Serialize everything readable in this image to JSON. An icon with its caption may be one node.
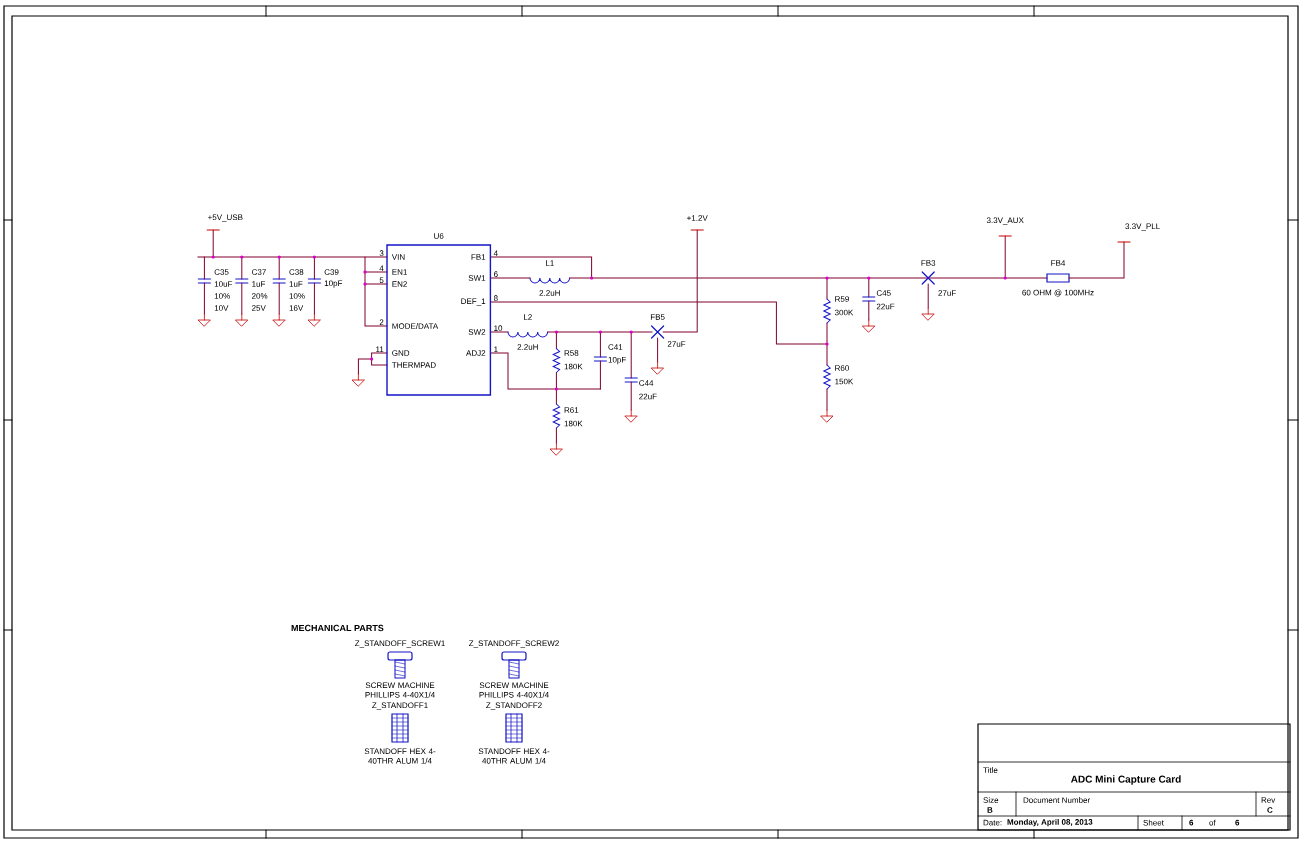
{
  "diagram": {
    "nodes": [
      {
        "text": [
          "U6",
          "VIN",
          "EN1",
          "EN2",
          "MODE/DATA",
          "GND",
          "THERMPAD",
          "FB1",
          "SW1",
          "DEF_1",
          "SW2",
          "ADJ2"
        ]
      }
    ],
    "labels": [
      "+5V_USB",
      "C35",
      "10uF",
      "10%",
      "10V",
      "C37",
      "1uF",
      "20%",
      "25V",
      "C38",
      "1uF",
      "10%",
      "16V",
      "C39",
      "10pF",
      "3",
      "4",
      "5",
      "2",
      "11",
      "4",
      "6",
      "8",
      "10",
      "1",
      "L1",
      "2.2uH",
      "L2",
      "2.2uH",
      "R58",
      "180K",
      "C41",
      "10pF",
      "R61",
      "180K",
      "C44",
      "22uF",
      "FB5",
      "27uF",
      "+1.2V",
      "R59",
      "300K",
      "R60",
      "150K",
      "C45",
      "22uF",
      "FB3",
      "27uF",
      "3.3V_AUX",
      "3.3V_PLL",
      "FB4",
      "60 OHM @ 100MHz",
      "MECHANICAL PARTS",
      "Z_STANDOFF_SCREW1",
      "Z_STANDOFF_SCREW2",
      "SCREW MACHINE PHILLIPS 4-40X1/4",
      "SCREW MACHINE PHILLIPS 4-40X1/4",
      "Z_STANDOFF1",
      "Z_STANDOFF2",
      "STANDOFF HEX 4-40THR ALUM 1/4",
      "STANDOFF HEX 4-40THR ALUM 1/4",
      "Title",
      "ADC Mini Capture Card",
      "Size",
      "B",
      "Document Number",
      "Rev",
      "C",
      "Date:",
      "Monday, April 08, 2013",
      "Sheet",
      "6",
      "of",
      "6"
    ]
  }
}
